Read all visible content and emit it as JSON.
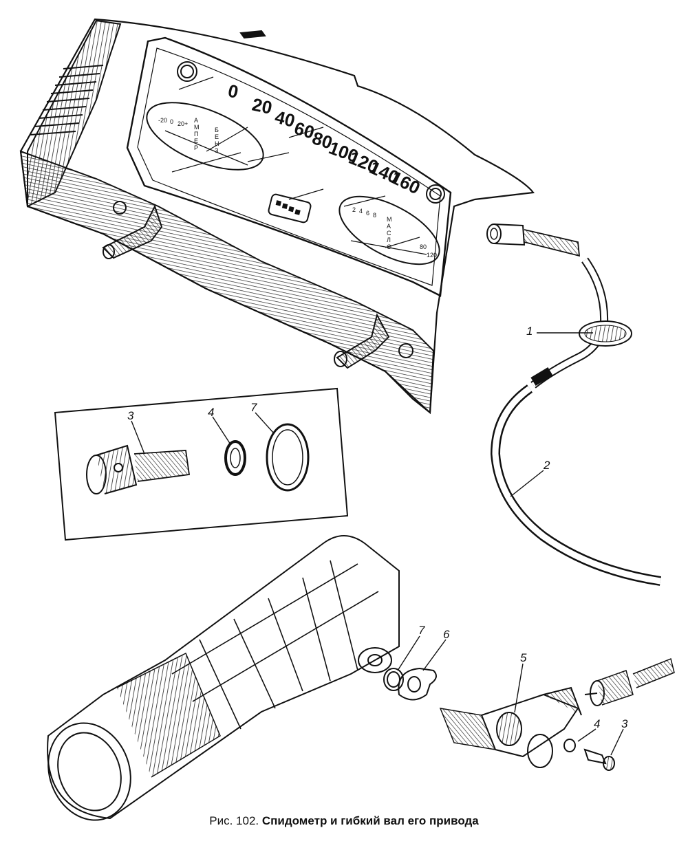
{
  "caption": {
    "prefix": "Рис. 102.",
    "title": "Спидометр и гибкий вал его привода"
  },
  "speedometer_scale": [
    "0",
    "20",
    "40",
    "60",
    "80",
    "100",
    "120",
    "140",
    "160"
  ],
  "part_labels": {
    "cable_grommet": "1",
    "flexible_shaft": "2",
    "bolt_inset": "3",
    "lock_washer_inset": "4",
    "seal_ring_inset": "7",
    "gearbox_gasket_7": "7",
    "gearbox_gasket_6": "6",
    "drive_housing": "5",
    "washer_bottom": "4",
    "bolt_bottom": "3"
  },
  "left_dial": {
    "values": [
      "-20",
      "0",
      "20+"
    ],
    "letters": [
      "А",
      "М",
      "П",
      "Е",
      "Р"
    ],
    "fuel_letters": [
      "Б",
      "Е",
      "Н",
      "З"
    ]
  },
  "right_dial": {
    "values": [
      "2",
      "4",
      "6",
      "8",
      "80",
      "120"
    ],
    "letters": [
      "М",
      "А",
      "С",
      "Л",
      "О"
    ]
  }
}
